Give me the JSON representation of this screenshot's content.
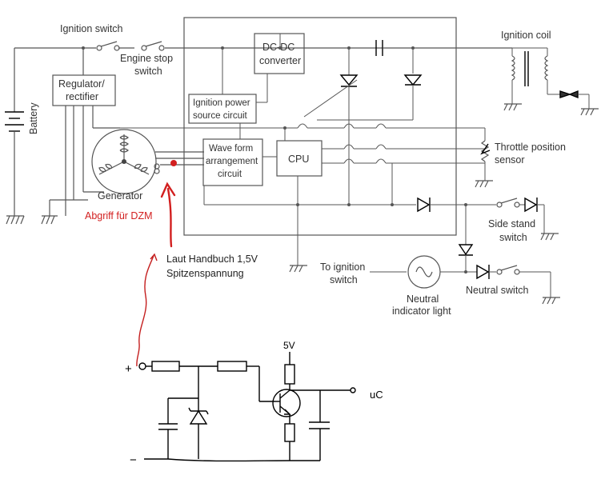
{
  "diagram": {
    "labels": {
      "ignition_switch": "Ignition switch",
      "engine_stop_1": "Engine stop",
      "engine_stop_2": "switch",
      "ignition_coil": "Ignition coil",
      "battery": "Battery",
      "regulator_1": "Regulator/",
      "regulator_2": "rectifier",
      "dcdc_1": "DC-DC",
      "dcdc_2": "converter",
      "ign_power_1": "Ignition power",
      "ign_power_2": "source circuit",
      "wave_1": "Wave form",
      "wave_2": "arrangement",
      "wave_3": "circuit",
      "cpu": "CPU",
      "throttle_1": "Throttle position",
      "throttle_2": "sensor",
      "generator": "Generator",
      "side_stand_1": "Side stand",
      "side_stand_2": "switch",
      "to_ign_1": "To ignition",
      "to_ign_2": "switch",
      "neutral_light_1": "Neutral",
      "neutral_light_2": "indicator light",
      "neutral_switch": "Neutral switch"
    },
    "annotations": {
      "tap_label": "Abgriff für DZM",
      "manual_note_1": "Laut Handbuch 1,5V",
      "manual_note_2": "Spitzenspannung",
      "supply": "5V",
      "output": "uC",
      "plus": "+",
      "minus": "−"
    },
    "colors": {
      "annotation_red": "#d21f1f",
      "schematic_gray": "#555555",
      "sketch_black": "#000000"
    }
  }
}
